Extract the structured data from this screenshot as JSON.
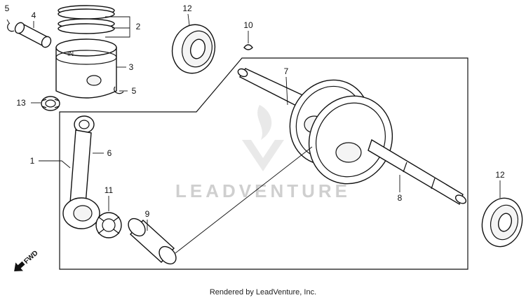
{
  "callouts": {
    "c1": "1",
    "c2": "2",
    "c3": "3",
    "c4": "4",
    "c5a": "5",
    "c5b": "5",
    "c6": "6",
    "c7": "7",
    "c8": "8",
    "c9": "9",
    "c10": "10",
    "c11": "11",
    "c12a": "12",
    "c12b": "12",
    "c13": "13"
  },
  "fwd_label": "FWD",
  "watermark": "LEADVENTURE",
  "credit": "Rendered by LeadVenture, Inc.",
  "colors": {
    "line": "#111111",
    "watermark": "#cfcfcf",
    "background": "#ffffff"
  },
  "icons": [
    "fwd-arrow-icon",
    "leadventure-logo-icon"
  ]
}
